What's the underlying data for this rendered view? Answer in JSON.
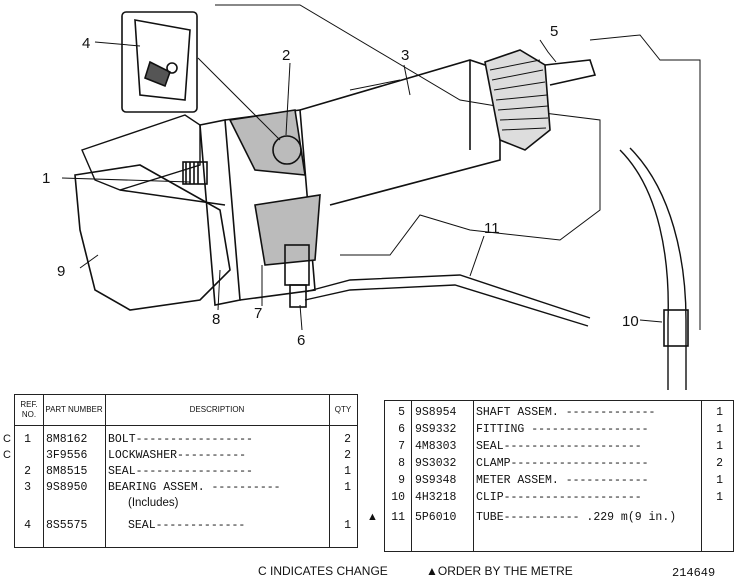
{
  "callouts": {
    "c1": "1",
    "c2": "2",
    "c3": "3",
    "c4": "4",
    "c5": "5",
    "c6": "6",
    "c7": "7",
    "c8": "8",
    "c9": "9",
    "c10": "10",
    "c11": "11"
  },
  "left_table": {
    "headers": {
      "ref": "REF. NO.",
      "part": "PART NUMBER",
      "desc": "DESCRIPTION",
      "qty": "QTY"
    },
    "rows": [
      {
        "code": "C",
        "ref": "1",
        "part": "8M8162",
        "desc": "BOLT-----------------",
        "qty": "2"
      },
      {
        "code": "C",
        "ref": "",
        "part": "3F9556",
        "desc": "LOCKWASHER----------",
        "qty": "2"
      },
      {
        "code": "",
        "ref": "2",
        "part": "8M8515",
        "desc": "SEAL-----------------",
        "qty": "1"
      },
      {
        "code": "",
        "ref": "3",
        "part": "9S8950",
        "desc": "BEARING ASSEM. ----------",
        "qty": "1"
      },
      {
        "code": "",
        "ref": "",
        "part": "",
        "desc": "(Includes)",
        "qty": ""
      },
      {
        "code": "",
        "ref": "4",
        "part": "8S5575",
        "desc": "SEAL-------------",
        "qty": "1"
      }
    ]
  },
  "right_table": {
    "rows": [
      {
        "mark": "",
        "ref": "5",
        "part": "9S8954",
        "desc": "SHAFT ASSEM. -------------",
        "qty": "1"
      },
      {
        "mark": "",
        "ref": "6",
        "part": "9S9332",
        "desc": "FITTING -----------------",
        "qty": "1"
      },
      {
        "mark": "",
        "ref": "7",
        "part": "4M8303",
        "desc": "SEAL--------------------",
        "qty": "1"
      },
      {
        "mark": "",
        "ref": "8",
        "part": "9S3032",
        "desc": "CLAMP--------------------",
        "qty": "2"
      },
      {
        "mark": "",
        "ref": "9",
        "part": "9S9348",
        "desc": "METER ASSEM. ------------",
        "qty": "1"
      },
      {
        "mark": "",
        "ref": "10",
        "part": "4H3218",
        "desc": "CLIP--------------------",
        "qty": "1"
      },
      {
        "mark": "▲",
        "ref": "11",
        "part": "5P6010",
        "desc": "TUBE----------- .229 m(9 in.)",
        "qty": ""
      }
    ]
  },
  "footer": {
    "change_note": "C INDICATES CHANGE",
    "metre_note": "▲ORDER BY THE METRE",
    "figure_number": "214649"
  }
}
